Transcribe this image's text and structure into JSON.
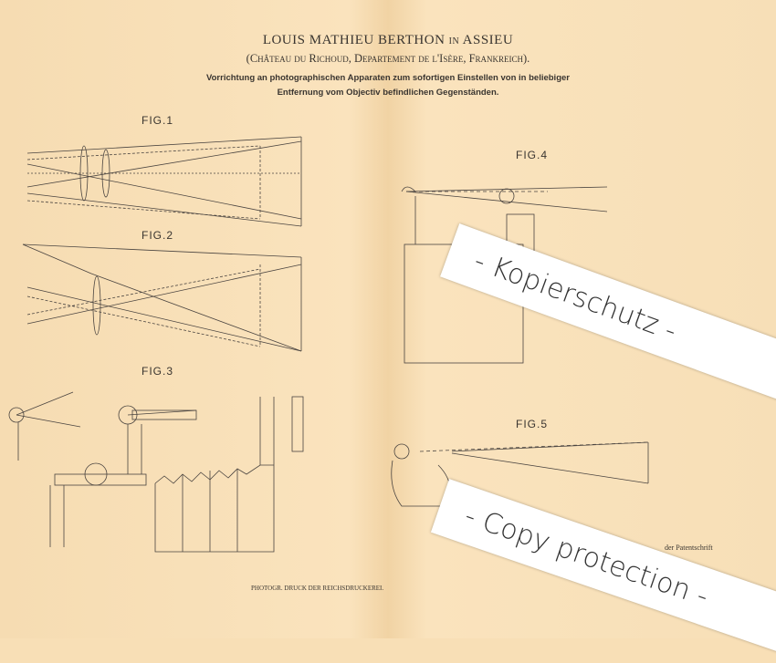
{
  "header": {
    "author": "LOUIS MATHIEU BERTHON",
    "in_word": "IN",
    "place": "ASSIEU",
    "residence": "(Château du Richoud, Departement de l'Isère, Frankreich).",
    "subtitle_line1": "Vorrichtung an photographischen Apparaten zum sofortigen Einstellen von in beliebiger",
    "subtitle_line2": "Entfernung vom Objectiv befindlichen Gegenständen."
  },
  "figures": [
    "FIG.1",
    "FIG.2",
    "FIG.3",
    "FIG.4",
    "FIG.5"
  ],
  "footer": {
    "printer": "PHOTOGR. DRUCK DER REICHSDRUCKEREI.",
    "patent_note": "der Patentschrift"
  },
  "watermarks": [
    "- Kopierschutz -",
    "- Copy protection -"
  ]
}
